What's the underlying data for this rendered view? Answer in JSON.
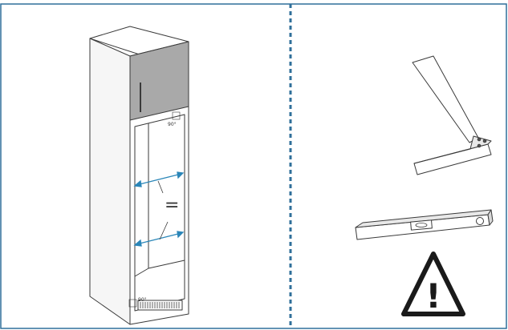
{
  "left_panel": {
    "angle_label_top": "90°",
    "angle_label_bottom": "90°",
    "equal_sign": "="
  },
  "right_panel": {
    "tools": [
      "try-square",
      "spirit-level"
    ],
    "warning_symbol": "!"
  },
  "colors": {
    "border": "#2f6f9a",
    "divider": "#2f6f9a",
    "arrow": "#2b86b8",
    "cabinet_outline": "#3a3a3a",
    "fridge_panel": "#a9a9a9"
  },
  "icons": [
    "cabinet-diagram",
    "try-square-icon",
    "spirit-level-icon",
    "warning-triangle-icon"
  ]
}
